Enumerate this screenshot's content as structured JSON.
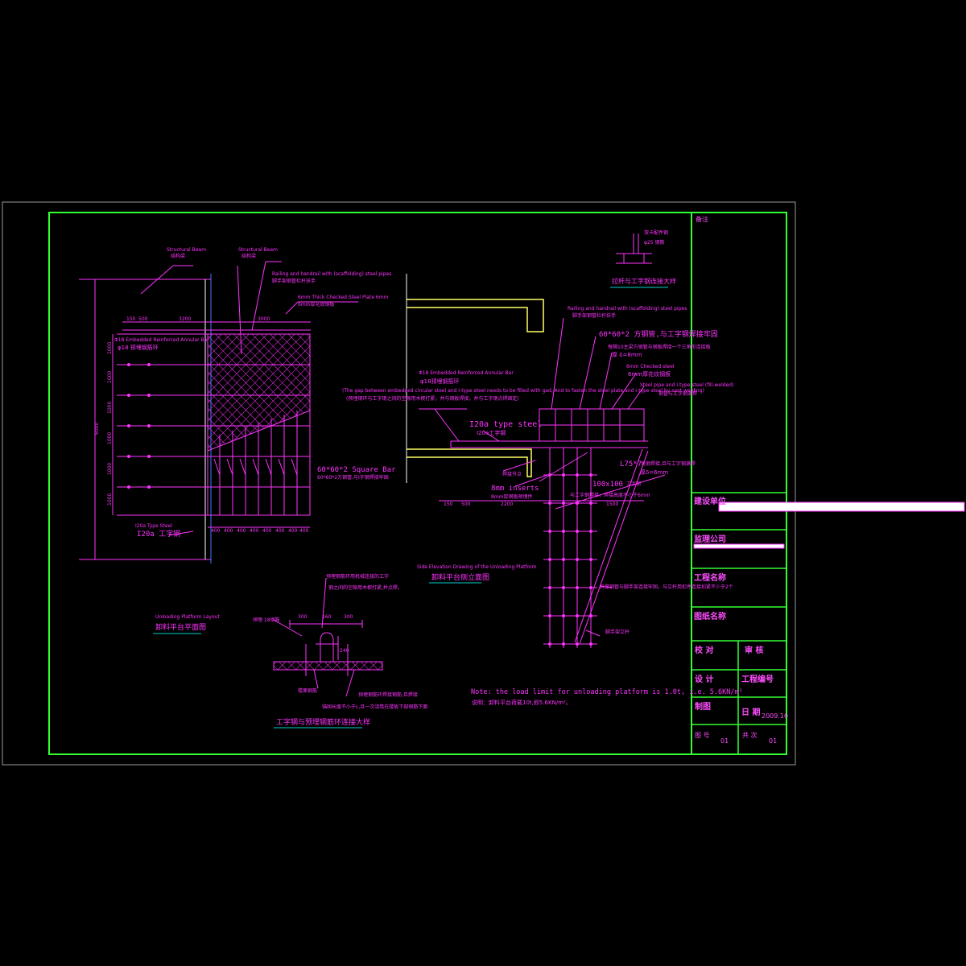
{
  "drawing": {
    "plan_view": {
      "title_en": "Unloading Platform Layout",
      "title_cn": "卸料平台平面图",
      "structural_beam_1": "Structural Beam",
      "structural_beam_1_cn": "结构梁",
      "structural_beam_2": "Structural Beam",
      "structural_beam_2_cn": "结构梁",
      "railing_en": "Railing and handrail with (scaffolding) steel pipes",
      "railing_cn": "脚手架钢管栏杆扶手",
      "plate_en": "6mm Thick Checked Steel Plate 6mm",
      "plate_cn": "6mm厚花纹钢板",
      "ring_bar_en": "Φ18 Embedded Reinforced Annular Bar",
      "ring_bar_cn": "φ18 预埋钢筋环",
      "square_bar_en": "60*60*2 Square Bar",
      "square_bar_cn": "60*60*2方钢管,与I字钢焊接牢固",
      "i_steel_en": "I20a Type Steel",
      "i_steel_cn": "I20a 工字钢",
      "dims_top": [
        "150",
        "500",
        "3200",
        "3000"
      ],
      "dims_bottom": [
        "400",
        "400",
        "400",
        "400",
        "400",
        "400",
        "400",
        "400"
      ],
      "dims_left": [
        "1000",
        "1000",
        "1000",
        "1000",
        "1000",
        "1000"
      ],
      "dim_total": "6000"
    },
    "section_view": {
      "title_en": "Side Elevation Drawing of the Unloading Platform",
      "title_cn": "卸料平台侧立面图",
      "ring_bar_en": "Φ18 Embedded Reinforced Annular Bar",
      "ring_bar_cn": "φ18预埋钢筋环",
      "gap_note_en": "(The gap between embedded circular steel and I-type steel needs to be filled with gad, And to fasten the steel plate and I-type steel by spot welding)",
      "gap_note_cn": "(预埋钢环与工字钢之间的空隙用木楔打紧，并与钢板焊接，并与工字钢点焊固定)",
      "i20a_en": "I20a type steel",
      "i20a_cn": "I20a工字钢",
      "railing_en": "Railing and handrail with (scaffolding) steel pipes",
      "railing_cn": "脚手架钢管栏杆扶手",
      "square_bar": "60*60*2 方钢管,与工字钢焊接牢固",
      "plate_note": "每隔10主梁方钢管与钢板焊接一个三角形连接板",
      "plate_thick": "厚 δ=8mm",
      "checked_steel_en": "6mm Checked steel",
      "checked_steel_cn": "6mm厚花纹钢板",
      "pipe_en": "Steel pipe and I-type steel (fill-welded)",
      "pipe_cn": "钢管与工字钢满焊",
      "l757": "L75*7",
      "l757_note": "角钢焊接,且与工字钢满焊",
      "l757_thick": "厚δ=6mm",
      "ch100": "100x100",
      "ch100_note": "工字钢",
      "inserts_en": "8mm  inserts",
      "inserts_cn": "8mm厚钢板预埋件",
      "weld_label": "焊接节点",
      "bottom_note": "与工字钢焊接，焊接高度不小于6mm",
      "diagonal_note": "斜撑钢管与脚手架连接牢固，与立杆用扣件连接扣紧不少于2个",
      "pole_label": "脚手架立杆",
      "dims": [
        "150",
        "500",
        "2200",
        "1500"
      ]
    },
    "detail_top": {
      "label_1": "双卡配件钢",
      "label_2": "φ25 钢筋",
      "title": "拉杆与工字钢连接大样"
    },
    "detail_bottom": {
      "note_1": "预埋钢筋环用机械连接的工字",
      "note_2": "钢之间的空隙用木楔打紧,并点焊。",
      "ring_label": "预埋 18钢筋",
      "dims": [
        "300",
        "160",
        "300"
      ],
      "dim_v": "240",
      "beam_label": "楼面钢筋",
      "slab_note": "预埋钢筋环焊接钢筋,且焊接",
      "bottom_note": "锚固长度不小于L,且一次浇筑在楼板下部钢筋下面",
      "title": "工字钢与预埋钢筋环连接大样"
    },
    "load_note_en": "Note: the load limit for unloading platform is 1.0t, i.e. 5.6KN/m²",
    "load_note_cn": "说明：卸料平台荷载10t,即5.6KN/m²。"
  },
  "title_block": {
    "remarks": "备注",
    "construction_unit": "建设单位",
    "supervision_unit": "监理公司",
    "project_name": "工程名称",
    "drawing_name": "图纸名称",
    "check": "校 对",
    "review": "审 核",
    "design": "设 计",
    "project_no": "工程编号",
    "drawn_by": "制图",
    "date_label": "日 期",
    "date_value": "2009.10",
    "sheet_label": "图 号",
    "sheet_value": "01",
    "total_label": "共 次",
    "total_value": "01"
  },
  "colors": {
    "frame": "#33ff33",
    "outer_border": "#aaaaaa",
    "drawing": "#ff33ff",
    "yellow_beam": "#ffff66",
    "title_underline": "#00cccc"
  }
}
